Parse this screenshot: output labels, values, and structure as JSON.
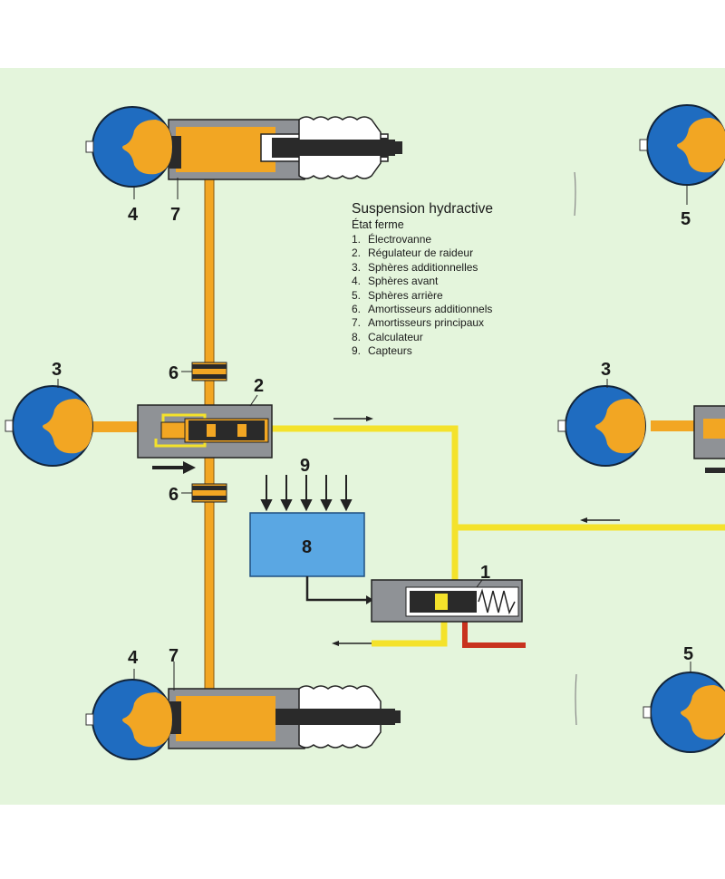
{
  "diagram": {
    "title": "Suspension hydractive",
    "subtitle": "État ferme",
    "legend": [
      {
        "num": "1.",
        "text": "Électrovanne"
      },
      {
        "num": "2.",
        "text": "Régulateur de raideur"
      },
      {
        "num": "3.",
        "text": "Sphères additionnelles"
      },
      {
        "num": "4.",
        "text": "Sphères avant"
      },
      {
        "num": "5.",
        "text": "Sphères arrière"
      },
      {
        "num": "6.",
        "text": "Amortisseurs additionnels"
      },
      {
        "num": "7.",
        "text": "Amortisseurs principaux"
      },
      {
        "num": "8.",
        "text": "Calculateur"
      },
      {
        "num": "9.",
        "text": "Capteurs"
      }
    ],
    "callouts": {
      "front_sphere_top": "4",
      "main_damper_top": "7",
      "rear_sphere_top": "5",
      "additional_sphere_left": "3",
      "additional_sphere_right": "3",
      "additional_damper_upper": "6",
      "stiffness_regulator": "2",
      "additional_damper_lower": "6",
      "sensors": "9",
      "computer": "8",
      "solenoid_valve": "1",
      "front_sphere_bottom": "4",
      "main_damper_bottom": "7",
      "rear_sphere_bottom": "5"
    }
  },
  "colors": {
    "background": "#e4f5dc",
    "page": "#ffffff",
    "sphere_blue": "#1f6cc0",
    "sphere_outline": "#12243a",
    "hydraulic_orange": "#f2a623",
    "return_yellow": "#f4e22b",
    "high_pressure_red": "#c8321e",
    "computer_blue": "#5aa7e3",
    "housing_gray": "#8f9296",
    "dark_piston": "#2a2a2a",
    "label_text": "#1a1a1a"
  }
}
